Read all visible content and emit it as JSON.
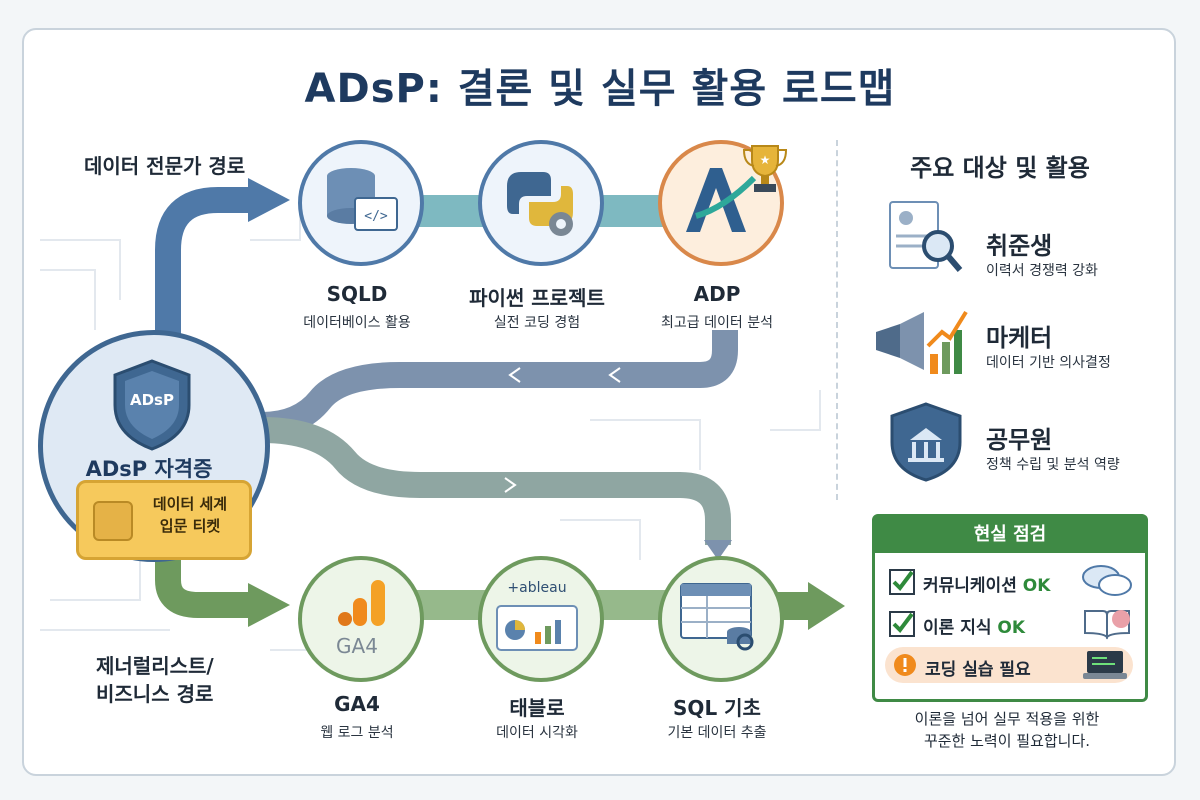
{
  "title": "ADsP: 결론 및 실무 활용 로드맵",
  "paths": {
    "expert": "데이터 전문가 경로",
    "generalist_line1": "제너럴리스트/",
    "generalist_line2": "비즈니스 경로"
  },
  "center": {
    "badge": "ADsP",
    "title": "ADsP 자격증",
    "ticket_line1": "데이터 세계",
    "ticket_line2": "입문 티켓"
  },
  "top_nodes": [
    {
      "title": "SQLD",
      "sub": "데이터베이스 활용",
      "icon": "database-code-icon"
    },
    {
      "title": "파이썬 프로젝트",
      "sub": "실전 코딩 경험",
      "icon": "python-gear-icon"
    },
    {
      "title": "ADP",
      "sub": "최고급 데이터 분석",
      "icon": "adp-trophy-icon"
    }
  ],
  "bottom_nodes": [
    {
      "title": "GA4",
      "sub": "웹 로그 분석",
      "icon": "ga4-icon",
      "icon_text": "GA4"
    },
    {
      "title": "태블로",
      "sub": "데이터 시각화",
      "icon": "tableau-icon",
      "icon_text": "+ableau"
    },
    {
      "title": "SQL 기초",
      "sub": "기본 데이터 추출",
      "icon": "table-search-icon"
    }
  ],
  "sidebar": {
    "heading": "주요 대상 및 활용",
    "audiences": [
      {
        "title": "취준생",
        "sub": "이력서 경쟁력 강화",
        "icon": "resume-search-icon"
      },
      {
        "title": "마케터",
        "sub": "데이터 기반 의사결정",
        "icon": "megaphone-chart-icon"
      },
      {
        "title": "공무원",
        "sub": "정책 수립 및 분석 역량",
        "icon": "government-shield-icon"
      }
    ]
  },
  "reality_check": {
    "heading": "현실 점검",
    "items": [
      {
        "text": "커뮤니케이션",
        "status": "OK",
        "icon": "chat-bubbles-icon"
      },
      {
        "text": "이론 지식",
        "status": "OK",
        "icon": "book-brain-icon"
      },
      {
        "text": "코딩 실습 필요",
        "status": "",
        "icon": "laptop-code-icon"
      }
    ]
  },
  "closing_line1": "이론을 넘어 실무 적용을 위한",
  "closing_line2": "꾸준한 노력이 필요합니다.",
  "colors": {
    "blue": "#4f79a8",
    "green": "#6e9a5e",
    "orange": "#d9884a",
    "accent_green": "#3f8a45"
  }
}
